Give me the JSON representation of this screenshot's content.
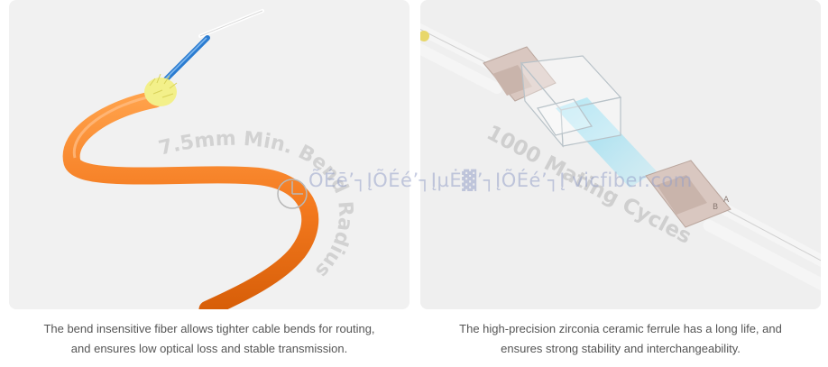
{
  "left_panel": {
    "annotation": "7.5mm Min. Bend Radius",
    "caption_line1": "The bend insensitive fiber allows tighter cable bends for routing,",
    "caption_line2": "and ensures low optical loss and stable transmission."
  },
  "right_panel": {
    "annotation": "1000 Mating Cycles",
    "connector_label_b": "B",
    "connector_label_a": "A",
    "caption_line1": "The high-precision zirconia ceramic ferrule has a long life, and",
    "caption_line2": "ensures strong stability and interchangeability."
  },
  "watermark": "ÕÉē’┐ĮÕÉé’┐ĮµĖ▓’┐ĮÕÉé’┐Į vicfiber.com",
  "colors": {
    "cable_orange": "#f47a1f",
    "aramid_yellow": "#f3f08a",
    "fiber_blue": "#2a7bd0",
    "connector_beige": "#d9c7c0",
    "light_beam": "#7fd6ee"
  }
}
